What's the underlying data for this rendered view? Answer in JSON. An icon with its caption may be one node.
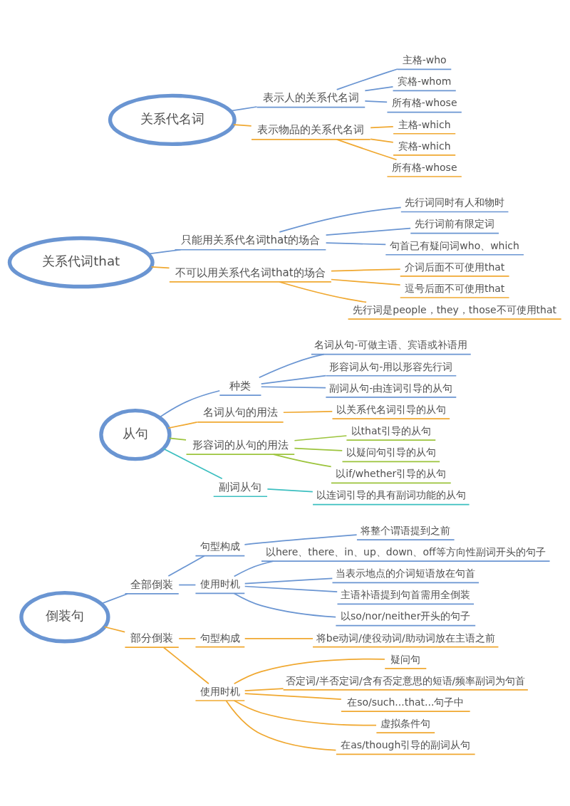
{
  "diagram": {
    "nodes": [
      {
        "text": [
          "关系代名词"
        ]
      },
      {
        "text": [
          "表示人的关系代名词"
        ]
      },
      {
        "text": [
          "主格-who"
        ]
      },
      {
        "text": [
          "宾格-whom"
        ]
      },
      {
        "text": [
          "所有格-whose"
        ]
      },
      {
        "text": [
          "表示物品的关系代名词"
        ]
      },
      {
        "text": [
          "主格-which"
        ]
      },
      {
        "text": [
          "宾格-which"
        ]
      },
      {
        "text": [
          "所有格-whose"
        ]
      },
      {
        "text": [
          "关系代词that"
        ]
      },
      {
        "text": [
          "只能用关系代名词that的场合"
        ]
      },
      {
        "text": [
          "先行词同时有人和物时"
        ]
      },
      {
        "text": [
          "先行词前有限定词"
        ]
      },
      {
        "text": [
          "句首已有疑问词who、which"
        ]
      },
      {
        "text": [
          "不可以用关系代名词that的场合"
        ]
      },
      {
        "text": [
          "介词后面不可使用that"
        ]
      },
      {
        "text": [
          "逗号后面不可使用that"
        ]
      },
      {
        "text": [
          "先行词是people，they，those不可使用that"
        ]
      },
      {
        "text": [
          "从句"
        ]
      },
      {
        "text": [
          "种类"
        ]
      },
      {
        "text": [
          "名词从句-可做主语、宾语或补语用"
        ]
      },
      {
        "text": [
          "形容词从句-用以形容先行词"
        ]
      },
      {
        "text": [
          "副词从句-由连词引导的从句"
        ]
      },
      {
        "text": [
          "名词从句的用法"
        ]
      },
      {
        "text": [
          "以关系代名词引导的从句"
        ]
      },
      {
        "text": [
          "形容词的从句的用法"
        ]
      },
      {
        "text": [
          "以that引导的从句"
        ]
      },
      {
        "text": [
          "以疑问句引导的从句"
        ]
      },
      {
        "text": [
          "以if/whether引导的从句"
        ]
      },
      {
        "text": [
          "副词从句"
        ]
      },
      {
        "text": [
          "以连词引导的具有副词功能的从句"
        ]
      },
      {
        "text": [
          "倒装句"
        ]
      },
      {
        "text": [
          "全部倒装"
        ]
      },
      {
        "text": [
          "句型构成"
        ]
      },
      {
        "text": [
          "将整个谓语提到之前"
        ]
      },
      {
        "text": [
          "使用时机"
        ]
      },
      {
        "text": [
          "以here、there、in、up、down、off等方向性副词开头的句子"
        ]
      },
      {
        "text": [
          "当表示地点的介词短语放在句首"
        ]
      },
      {
        "text": [
          "主语补语提到句首需用全倒装"
        ]
      },
      {
        "text": [
          "以so/nor/neither开头的句子"
        ]
      },
      {
        "text": [
          "部分倒装"
        ]
      },
      {
        "text": [
          "句型构成"
        ]
      },
      {
        "text": [
          "将be动词/使役动词/助动词放在主语之前"
        ]
      },
      {
        "text": [
          "使用时机"
        ]
      },
      {
        "text": [
          "疑问句"
        ]
      },
      {
        "text": [
          "否定词/半否定词/含有否定意思的短语/频率副词为句首"
        ]
      },
      {
        "text": [
          "在so/such...that...句子中"
        ]
      },
      {
        "text": [
          "虚拟条件句"
        ]
      },
      {
        "text": [
          "在as/though引导的副词从句"
        ]
      }
    ],
    "edges": [
      {
        "from": 0,
        "to": 1,
        "arrow": "none"
      },
      {
        "from": 1,
        "to": 2,
        "arrow": "none"
      },
      {
        "from": 1,
        "to": 3,
        "arrow": "none"
      },
      {
        "from": 1,
        "to": 4,
        "arrow": "none"
      },
      {
        "from": 0,
        "to": 5,
        "arrow": "none",
        "color": "#f0a830"
      },
      {
        "from": 5,
        "to": 6,
        "arrow": "none",
        "color": "#f0a830"
      },
      {
        "from": 5,
        "to": 7,
        "arrow": "none",
        "color": "#f0a830"
      },
      {
        "from": 5,
        "to": 8,
        "arrow": "none",
        "color": "#f0a830"
      },
      {
        "from": 9,
        "to": 10,
        "arrow": "none"
      },
      {
        "from": 10,
        "to": 11,
        "arrow": "none"
      },
      {
        "from": 10,
        "to": 12,
        "arrow": "none"
      },
      {
        "from": 10,
        "to": 13,
        "arrow": "none"
      },
      {
        "from": 9,
        "to": 14,
        "arrow": "none",
        "color": "#f0a830"
      },
      {
        "from": 14,
        "to": 15,
        "arrow": "none",
        "color": "#f0a830"
      },
      {
        "from": 14,
        "to": 16,
        "arrow": "none",
        "color": "#f0a830"
      },
      {
        "from": 14,
        "to": 17,
        "arrow": "none",
        "color": "#f0a830"
      },
      {
        "from": 18,
        "to": 19,
        "arrow": "none"
      },
      {
        "from": 19,
        "to": 20,
        "arrow": "none"
      },
      {
        "from": 19,
        "to": 21,
        "arrow": "none"
      },
      {
        "from": 19,
        "to": 22,
        "arrow": "none"
      },
      {
        "from": 18,
        "to": 23,
        "arrow": "none",
        "color": "#f0a830"
      },
      {
        "from": 23,
        "to": 24,
        "arrow": "none",
        "color": "#f0a830"
      },
      {
        "from": 18,
        "to": 25,
        "arrow": "none",
        "color": "#9cc43c"
      },
      {
        "from": 25,
        "to": 26,
        "arrow": "none",
        "color": "#9cc43c"
      },
      {
        "from": 25,
        "to": 27,
        "arrow": "none",
        "color": "#9cc43c"
      },
      {
        "from": 25,
        "to": 28,
        "arrow": "none",
        "color": "#9cc43c"
      },
      {
        "from": 18,
        "to": 29,
        "arrow": "none",
        "color": "#3cbfc0"
      },
      {
        "from": 29,
        "to": 30,
        "arrow": "none",
        "color": "#3cbfc0"
      },
      {
        "from": 31,
        "to": 32,
        "arrow": "none"
      },
      {
        "from": 32,
        "to": 33,
        "arrow": "none"
      },
      {
        "from": 33,
        "to": 34,
        "arrow": "none"
      },
      {
        "from": 32,
        "to": 35,
        "arrow": "none"
      },
      {
        "from": 35,
        "to": 36,
        "arrow": "none"
      },
      {
        "from": 35,
        "to": 37,
        "arrow": "none"
      },
      {
        "from": 35,
        "to": 38,
        "arrow": "none"
      },
      {
        "from": 35,
        "to": 39,
        "arrow": "none"
      },
      {
        "from": 31,
        "to": 40,
        "arrow": "none",
        "color": "#f0a830"
      },
      {
        "from": 40,
        "to": 41,
        "arrow": "none",
        "color": "#f0a830"
      },
      {
        "from": 41,
        "to": 42,
        "arrow": "none",
        "color": "#f0a830"
      },
      {
        "from": 40,
        "to": 43,
        "arrow": "none",
        "color": "#f0a830"
      },
      {
        "from": 43,
        "to": 44,
        "arrow": "none",
        "color": "#f0a830"
      },
      {
        "from": 43,
        "to": 45,
        "arrow": "none",
        "color": "#f0a830"
      },
      {
        "from": 43,
        "to": 46,
        "arrow": "none",
        "color": "#f0a830"
      },
      {
        "from": 43,
        "to": 47,
        "arrow": "none",
        "color": "#f0a830"
      },
      {
        "from": 43,
        "to": 48,
        "arrow": "none",
        "color": "#f0a830"
      }
    ]
  }
}
